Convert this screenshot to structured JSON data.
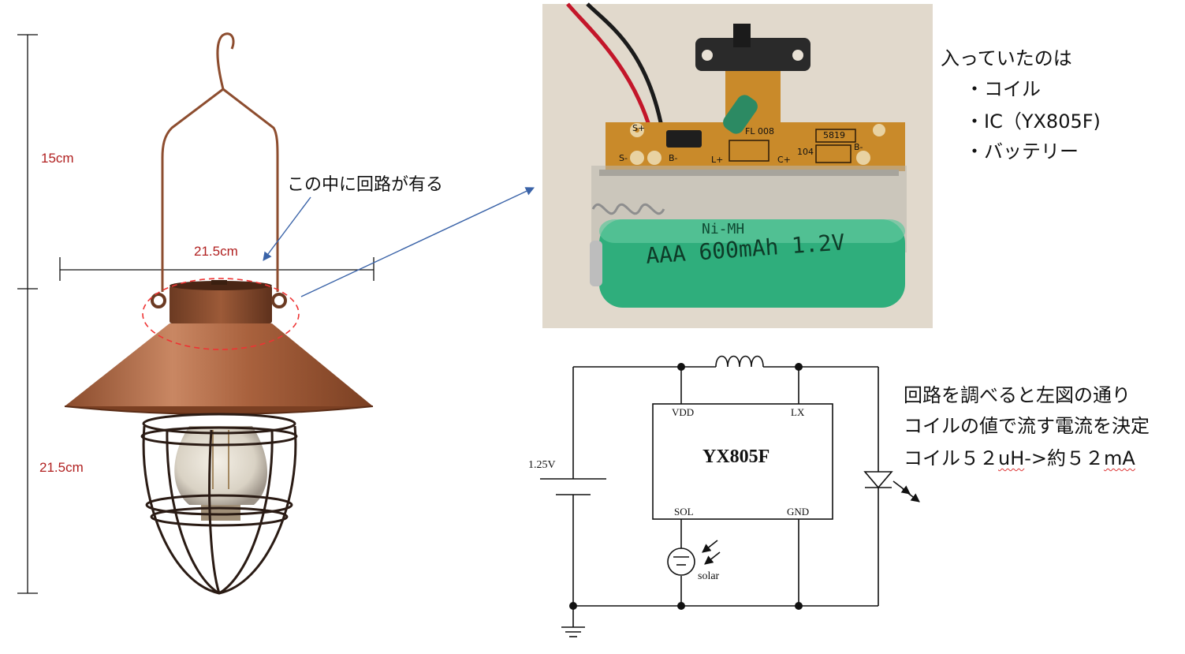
{
  "dimensions": {
    "height_top": "15cm",
    "width": "21.5cm",
    "height_bottom": "21.5cm"
  },
  "callout_text": "この中に回路が有る",
  "pcb_labels": {
    "s_plus": "S+",
    "s_minus": "S-",
    "b_minus": "B-",
    "b_minus2": "B-",
    "fl": "FL 008",
    "l_plus": "L+",
    "c_plus": "C+",
    "diode": "5819",
    "cap": "104"
  },
  "battery_labels": {
    "chem": "Ni-MH",
    "spec": "AAA 600mAh 1.2V"
  },
  "contents": {
    "heading": "入っていたのは",
    "items": [
      "・コイル",
      "・IC（YX805F)",
      "・バッテリー"
    ]
  },
  "schematic": {
    "chip": "YX805F",
    "pins": {
      "vdd": "VDD",
      "lx": "LX",
      "sol": "SOL",
      "gnd": "GND"
    },
    "voltage": "1.25V",
    "solar": "solar"
  },
  "explanation": {
    "line1": "回路を調べると左図の通り",
    "line2": "コイルの値で流す電流を決定",
    "line3a": "コイル５２",
    "line3b": "uH",
    "line3c": "->約５２",
    "line3d": "mA"
  },
  "colors": {
    "copper": "#b5704a",
    "dim_red": "#b01f1f",
    "arrow_blue": "#3a63a8",
    "pcb": "#c98a2a",
    "battery": "#2fae7c"
  }
}
